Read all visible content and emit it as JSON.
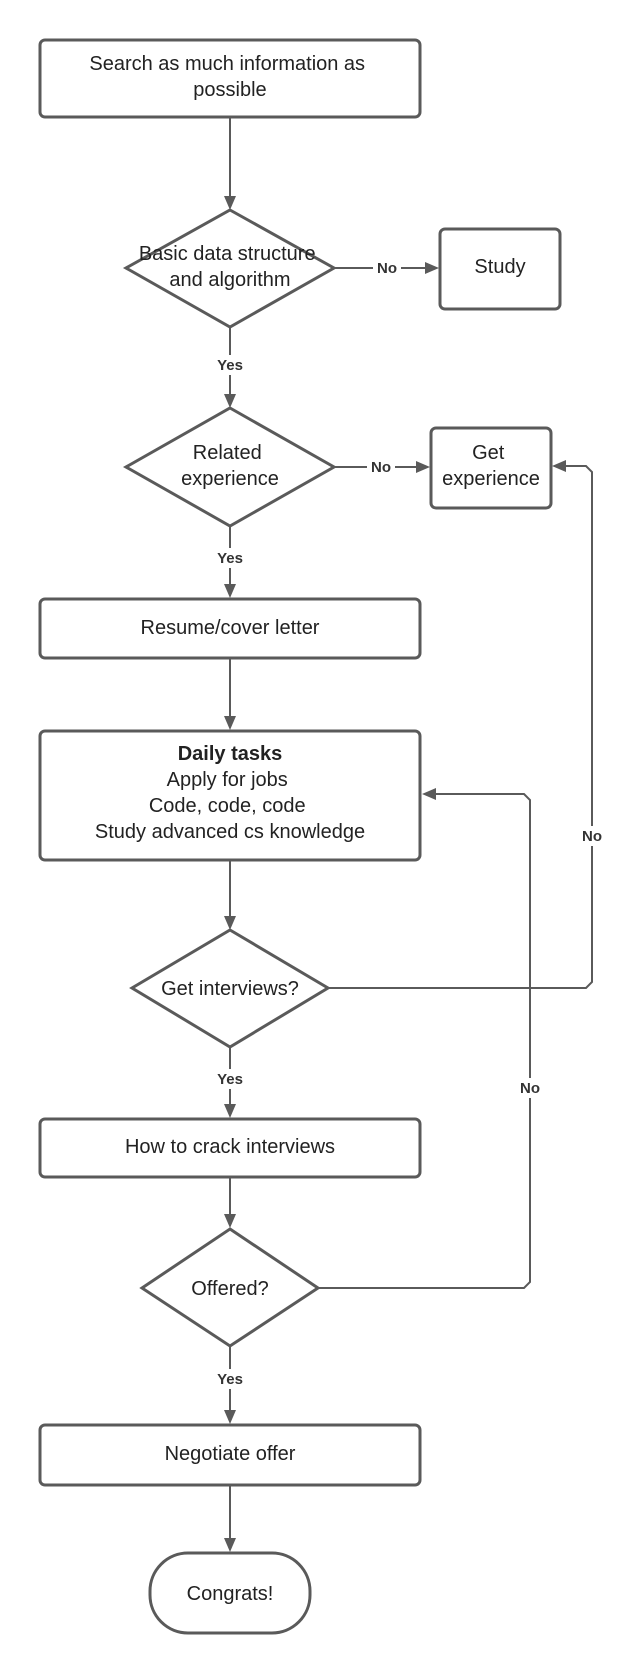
{
  "nodes": {
    "search": [
      "Search as much information as",
      "possible"
    ],
    "basic_ds": [
      "Basic data structure",
      "and algorithm"
    ],
    "study": [
      "Study"
    ],
    "related": [
      "Related",
      "experience"
    ],
    "get_experience": [
      "Get",
      "experience"
    ],
    "resume": [
      "Resume/cover letter"
    ],
    "daily_title": "Daily tasks",
    "daily": [
      "Apply for jobs",
      "Code, code, code",
      "Study advanced cs knowledge"
    ],
    "interviews": [
      "Get interviews?"
    ],
    "crack": [
      "How to crack interviews"
    ],
    "offered": [
      "Offered?"
    ],
    "negotiate": [
      "Negotiate offer"
    ],
    "congrats": [
      "Congrats!"
    ]
  },
  "edge_labels": {
    "basic_no": "No",
    "basic_yes": "Yes",
    "related_no": "No",
    "related_yes": "Yes",
    "interviews_no": "No",
    "interviews_yes": "Yes",
    "offered_no": "No",
    "offered_yes": "Yes"
  }
}
